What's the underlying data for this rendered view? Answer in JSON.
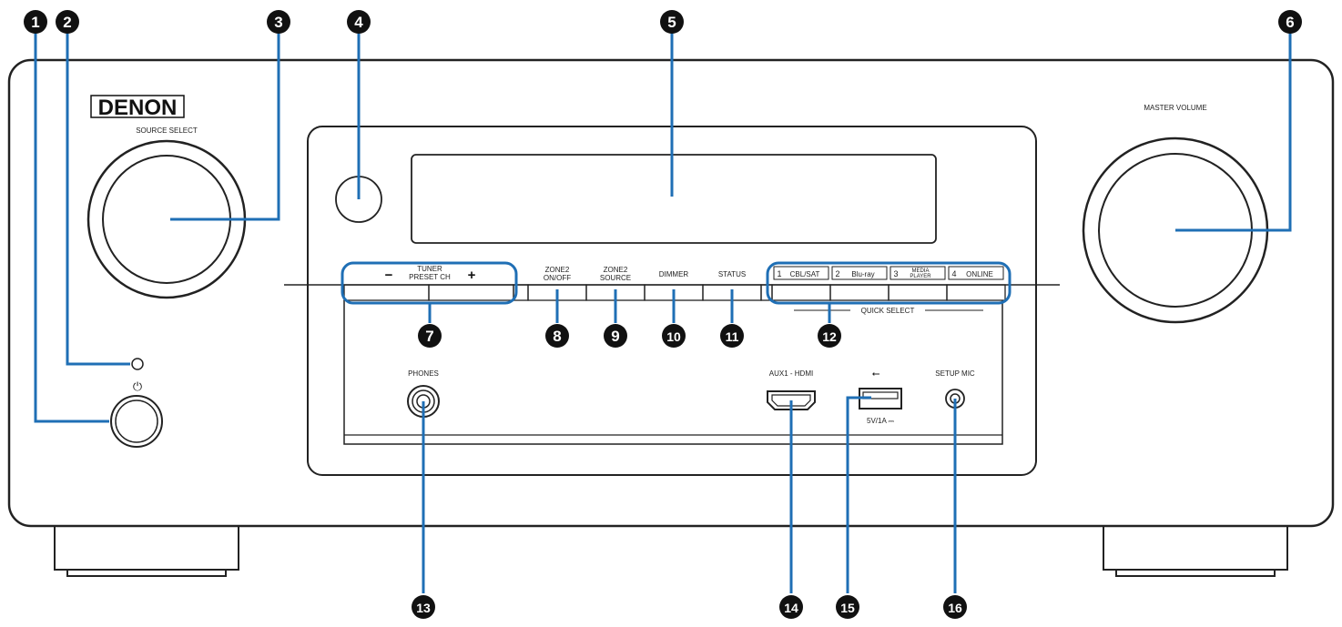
{
  "brand": "DENON",
  "labels": {
    "source_select": "SOURCE SELECT",
    "master_volume": "MASTER VOLUME",
    "power_symbol": "⏻",
    "tuner_minus": "−",
    "tuner_line1": "TUNER",
    "tuner_line2": "PRESET CH",
    "tuner_plus": "+",
    "zone2_onoff_line1": "ZONE2",
    "zone2_onoff_line2": "ON/OFF",
    "zone2_source_line1": "ZONE2",
    "zone2_source_line2": "SOURCE",
    "dimmer": "DIMMER",
    "status": "STATUS",
    "qs1_num": "1",
    "qs1_name": "CBL/SAT",
    "qs2_num": "2",
    "qs2_name": "Blu-ray",
    "qs3_num": "3",
    "qs3_line1": "MEDIA",
    "qs3_line2": "PLAYER",
    "qs4_num": "4",
    "qs4_name": "ONLINE",
    "quick_select": "QUICK SELECT",
    "phones": "PHONES",
    "aux1_hdmi": "AUX1 - HDMI",
    "usb_symbol": "⭠",
    "usb_rating": "5V/1A ⎓",
    "setup_mic": "SETUP MIC"
  },
  "callouts": [
    "1",
    "2",
    "3",
    "4",
    "5",
    "6",
    "7",
    "8",
    "9",
    "10",
    "11",
    "12",
    "13",
    "14",
    "15",
    "16"
  ],
  "colors": {
    "callout_line": "#1f6fb5",
    "callout_badge": "#111111",
    "outline": "#222222"
  }
}
